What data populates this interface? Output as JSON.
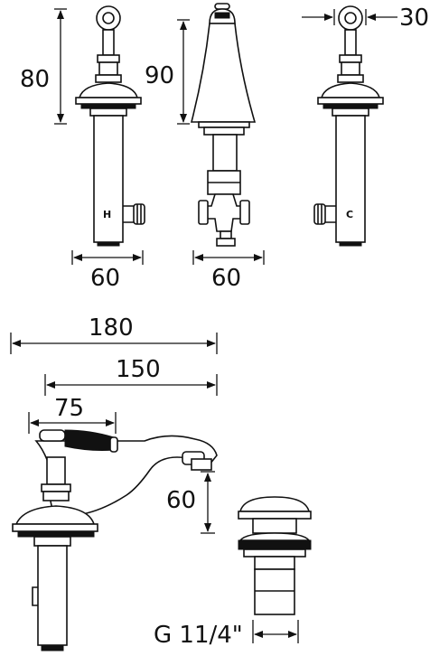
{
  "dimensions": {
    "hot_tap_height": "80",
    "spout_height": "90",
    "cold_tap_offset": "30",
    "hot_tap_width": "60",
    "spout_width": "60",
    "mixer_overall": "180",
    "mixer_reach": "150",
    "mixer_handle": "75",
    "mixer_spout_height": "60",
    "waste_thread": "G 11/4\""
  },
  "markings": {
    "hot": "H",
    "cold": "C"
  }
}
